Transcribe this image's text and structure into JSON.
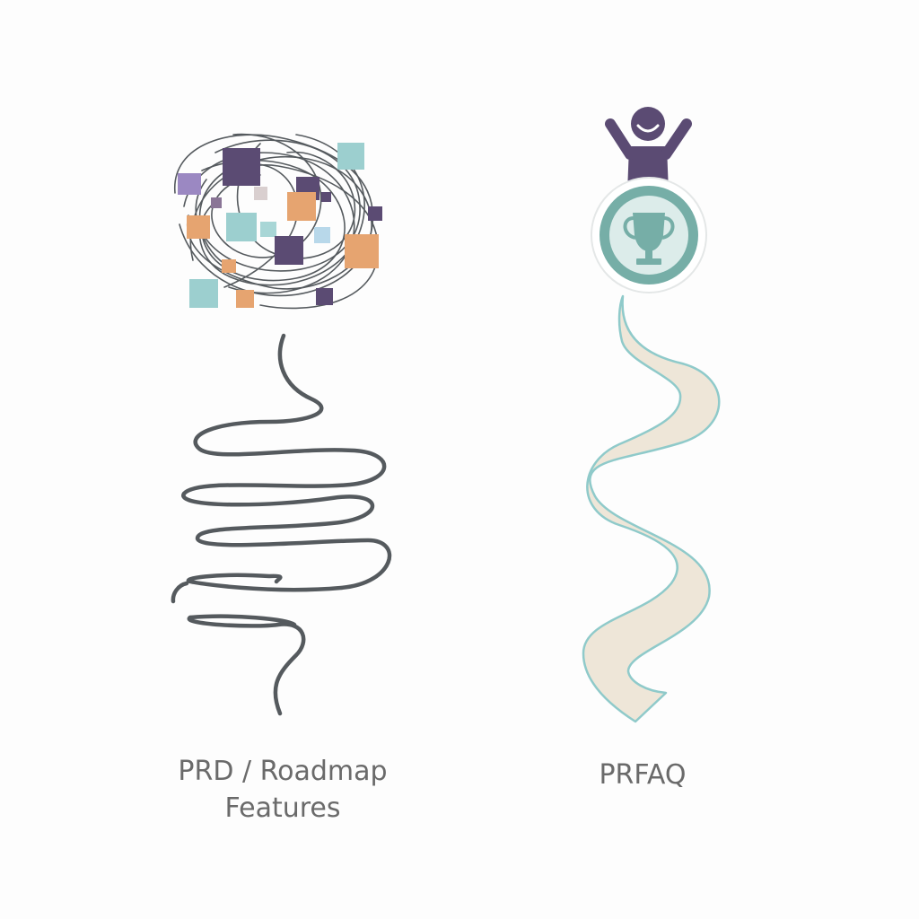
{
  "left_panel": {
    "caption_line1": "PRD / Roadmap",
    "caption_line2": "Features"
  },
  "right_panel": {
    "caption": "PRFAQ",
    "icons": [
      "cheering-person-icon",
      "trophy-icon"
    ]
  },
  "colors": {
    "purple": "#5b4b73",
    "lavender": "#9b88c2",
    "teal": "#9ccfcf",
    "orange": "#e6a470",
    "thread": "#555a5e",
    "path_fill": "#eee6d8",
    "path_edge": "#8fcaca",
    "medal_ring": "#76aea7",
    "medal_inner": "#dcecea",
    "caption_text": "#6a6a6a"
  }
}
